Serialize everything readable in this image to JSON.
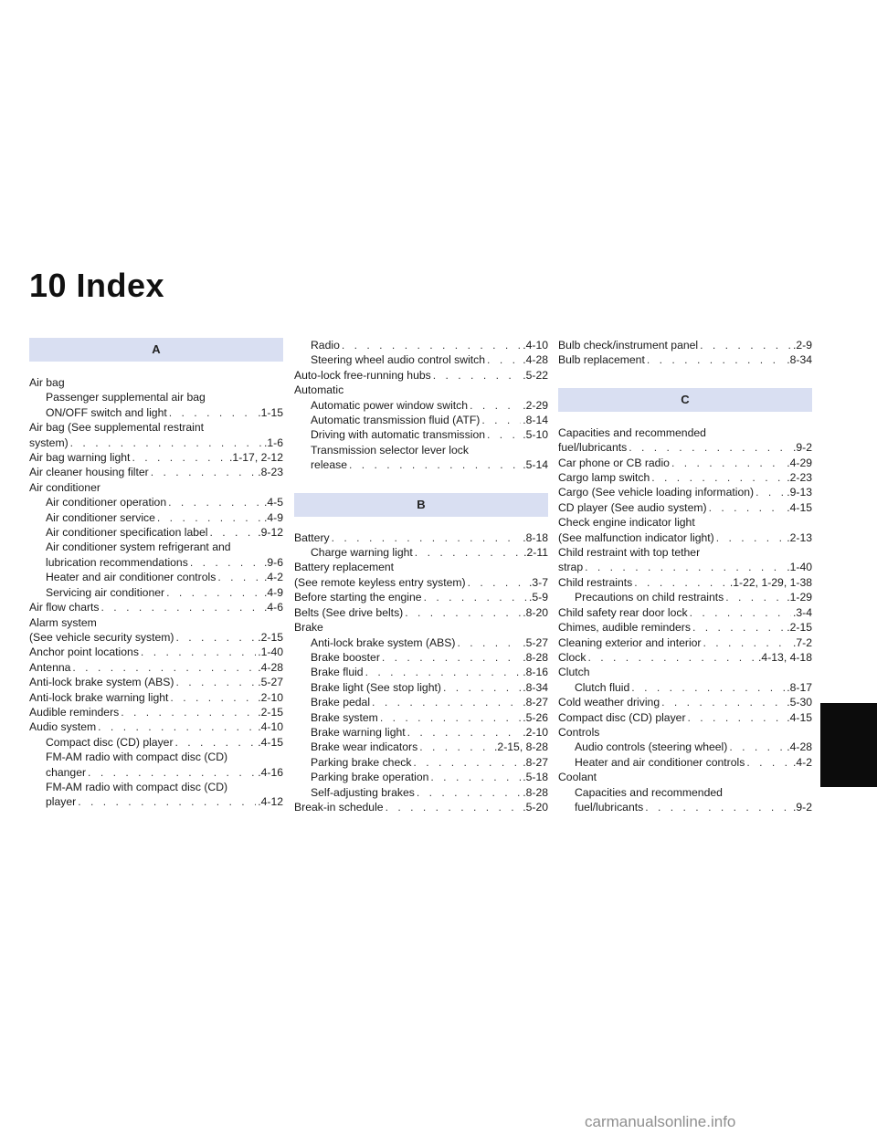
{
  "page": {
    "title": "10 Index"
  },
  "columns": [
    [
      {
        "type": "header",
        "text": "A"
      },
      {
        "type": "line",
        "text": "Air bag"
      },
      {
        "type": "line",
        "indent": true,
        "text": "Passenger supplemental air bag"
      },
      {
        "type": "entry",
        "indent": true,
        "label": "ON/OFF switch and light",
        "page": ".1-15"
      },
      {
        "type": "line",
        "text": "Air bag (See supplemental restraint"
      },
      {
        "type": "entry",
        "label": "system)",
        "page": ".1-6"
      },
      {
        "type": "entry",
        "label": "Air bag warning light",
        "page": ".1-17, 2-12"
      },
      {
        "type": "entry",
        "label": "Air cleaner housing filter",
        "page": ".8-23"
      },
      {
        "type": "line",
        "text": "Air conditioner"
      },
      {
        "type": "entry",
        "indent": true,
        "label": "Air conditioner operation",
        "page": ".4-5"
      },
      {
        "type": "entry",
        "indent": true,
        "label": "Air conditioner service",
        "page": ".4-9"
      },
      {
        "type": "entry",
        "indent": true,
        "label": "Air conditioner specification label",
        "page": ".9-12"
      },
      {
        "type": "line",
        "indent": true,
        "text": "Air conditioner system refrigerant and"
      },
      {
        "type": "entry",
        "indent": true,
        "label": "lubrication recommendations",
        "page": ".9-6"
      },
      {
        "type": "entry",
        "indent": true,
        "label": "Heater and air conditioner controls",
        "page": ".4-2"
      },
      {
        "type": "entry",
        "indent": true,
        "label": "Servicing air conditioner",
        "page": ".4-9"
      },
      {
        "type": "entry",
        "label": "Air flow charts",
        "page": ".4-6"
      },
      {
        "type": "line",
        "text": "Alarm system"
      },
      {
        "type": "entry",
        "label": "(See vehicle security system)",
        "page": ".2-15"
      },
      {
        "type": "entry",
        "label": "Anchor point locations",
        "page": ".1-40"
      },
      {
        "type": "entry",
        "label": "Antenna",
        "page": ".4-28"
      },
      {
        "type": "entry",
        "label": "Anti-lock brake system (ABS)",
        "page": ".5-27"
      },
      {
        "type": "entry",
        "label": "Anti-lock brake warning light",
        "page": ".2-10"
      },
      {
        "type": "entry",
        "label": "Audible reminders",
        "page": ".2-15"
      },
      {
        "type": "entry",
        "label": "Audio system",
        "page": ".4-10"
      },
      {
        "type": "entry",
        "indent": true,
        "label": "Compact disc (CD) player",
        "page": ".4-15"
      },
      {
        "type": "line",
        "indent": true,
        "text": "FM-AM radio with compact disc (CD)"
      },
      {
        "type": "entry",
        "indent": true,
        "label": "changer",
        "page": ".4-16"
      },
      {
        "type": "line",
        "indent": true,
        "text": "FM-AM radio with compact disc (CD)"
      },
      {
        "type": "entry",
        "indent": true,
        "label": "player",
        "page": ".4-12"
      }
    ],
    [
      {
        "type": "entry",
        "indent": true,
        "label": "Radio",
        "page": ".4-10"
      },
      {
        "type": "entry",
        "indent": true,
        "label": "Steering wheel audio control switch",
        "page": ".4-28"
      },
      {
        "type": "entry",
        "label": "Auto-lock free-running hubs",
        "page": ".5-22"
      },
      {
        "type": "line",
        "text": "Automatic"
      },
      {
        "type": "entry",
        "indent": true,
        "label": "Automatic power window switch",
        "page": ".2-29"
      },
      {
        "type": "entry",
        "indent": true,
        "label": "Automatic transmission fluid (ATF)",
        "page": ".8-14"
      },
      {
        "type": "entry",
        "indent": true,
        "label": "Driving with automatic transmission",
        "page": ".5-10"
      },
      {
        "type": "line",
        "indent": true,
        "text": "Transmission selector lever lock"
      },
      {
        "type": "entry",
        "indent": true,
        "label": "release",
        "page": ".5-14"
      },
      {
        "type": "header",
        "text": "B"
      },
      {
        "type": "entry",
        "label": "Battery",
        "page": ".8-18"
      },
      {
        "type": "entry",
        "indent": true,
        "label": "Charge warning light",
        "page": ".2-11"
      },
      {
        "type": "line",
        "text": "Battery replacement"
      },
      {
        "type": "entry",
        "label": "(See remote keyless entry system)",
        "page": ".3-7"
      },
      {
        "type": "entry",
        "label": "Before starting the engine",
        "page": ".5-9"
      },
      {
        "type": "entry",
        "label": "Belts (See drive belts)",
        "page": ".8-20"
      },
      {
        "type": "line",
        "text": "Brake"
      },
      {
        "type": "entry",
        "indent": true,
        "label": "Anti-lock brake system (ABS)",
        "page": ".5-27"
      },
      {
        "type": "entry",
        "indent": true,
        "label": "Brake booster",
        "page": ".8-28"
      },
      {
        "type": "entry",
        "indent": true,
        "label": "Brake fluid",
        "page": ".8-16"
      },
      {
        "type": "entry",
        "indent": true,
        "label": "Brake light (See stop light)",
        "page": ".8-34"
      },
      {
        "type": "entry",
        "indent": true,
        "label": "Brake pedal",
        "page": ".8-27"
      },
      {
        "type": "entry",
        "indent": true,
        "label": "Brake system",
        "page": ".5-26"
      },
      {
        "type": "entry",
        "indent": true,
        "label": "Brake warning light",
        "page": ".2-10"
      },
      {
        "type": "entry",
        "indent": true,
        "label": "Brake wear indicators",
        "page": ".2-15, 8-28"
      },
      {
        "type": "entry",
        "indent": true,
        "label": "Parking brake check",
        "page": ".8-27"
      },
      {
        "type": "entry",
        "indent": true,
        "label": "Parking brake operation",
        "page": ".5-18"
      },
      {
        "type": "entry",
        "indent": true,
        "label": "Self-adjusting brakes",
        "page": ".8-28"
      },
      {
        "type": "entry",
        "label": "Break-in schedule",
        "page": ".5-20"
      }
    ],
    [
      {
        "type": "entry",
        "label": "Bulb check/instrument panel",
        "page": ".2-9"
      },
      {
        "type": "entry",
        "label": "Bulb replacement",
        "page": ".8-34"
      },
      {
        "type": "header",
        "text": "C"
      },
      {
        "type": "line",
        "text": "Capacities and recommended"
      },
      {
        "type": "entry",
        "label": "fuel/lubricants",
        "page": ".9-2"
      },
      {
        "type": "entry",
        "label": "Car phone or CB radio",
        "page": ".4-29"
      },
      {
        "type": "entry",
        "label": "Cargo lamp switch",
        "page": ".2-23"
      },
      {
        "type": "entry",
        "label": "Cargo (See vehicle loading information)",
        "page": ".9-13"
      },
      {
        "type": "entry",
        "label": "CD player (See audio system)",
        "page": ".4-15"
      },
      {
        "type": "line",
        "text": "Check engine indicator light"
      },
      {
        "type": "entry",
        "label": "(See malfunction indicator light)",
        "page": ".2-13"
      },
      {
        "type": "line",
        "text": "Child restraint with top tether"
      },
      {
        "type": "entry",
        "label": "strap",
        "page": ".1-40"
      },
      {
        "type": "entry",
        "label": "Child restraints",
        "page": ".1-22, 1-29, 1-38"
      },
      {
        "type": "entry",
        "indent": true,
        "label": "Precautions on child restraints",
        "page": ".1-29"
      },
      {
        "type": "entry",
        "label": "Child safety rear door lock",
        "page": ".3-4"
      },
      {
        "type": "entry",
        "label": "Chimes, audible reminders",
        "page": ".2-15"
      },
      {
        "type": "entry",
        "label": "Cleaning exterior and interior",
        "page": ".7-2"
      },
      {
        "type": "entry",
        "label": "Clock",
        "page": ".4-13, 4-18"
      },
      {
        "type": "line",
        "text": "Clutch"
      },
      {
        "type": "entry",
        "indent": true,
        "label": "Clutch fluid",
        "page": ".8-17"
      },
      {
        "type": "entry",
        "label": "Cold weather driving",
        "page": ".5-30"
      },
      {
        "type": "entry",
        "label": "Compact disc (CD) player",
        "page": ".4-15"
      },
      {
        "type": "line",
        "text": "Controls"
      },
      {
        "type": "entry",
        "indent": true,
        "label": "Audio controls (steering wheel)",
        "page": ".4-28"
      },
      {
        "type": "entry",
        "indent": true,
        "label": "Heater and air conditioner controls",
        "page": ".4-2"
      },
      {
        "type": "line",
        "text": "Coolant"
      },
      {
        "type": "line",
        "indent": true,
        "text": "Capacities and recommended"
      },
      {
        "type": "entry",
        "indent": true,
        "label": "fuel/lubricants",
        "page": ".9-2"
      }
    ]
  ],
  "footer": {
    "watermark": "carmanualsonline.info"
  },
  "colors": {
    "section_header_bg": "#d9dff2",
    "side_tab": "#0c0c0c",
    "watermark": "#8f8f8f"
  }
}
